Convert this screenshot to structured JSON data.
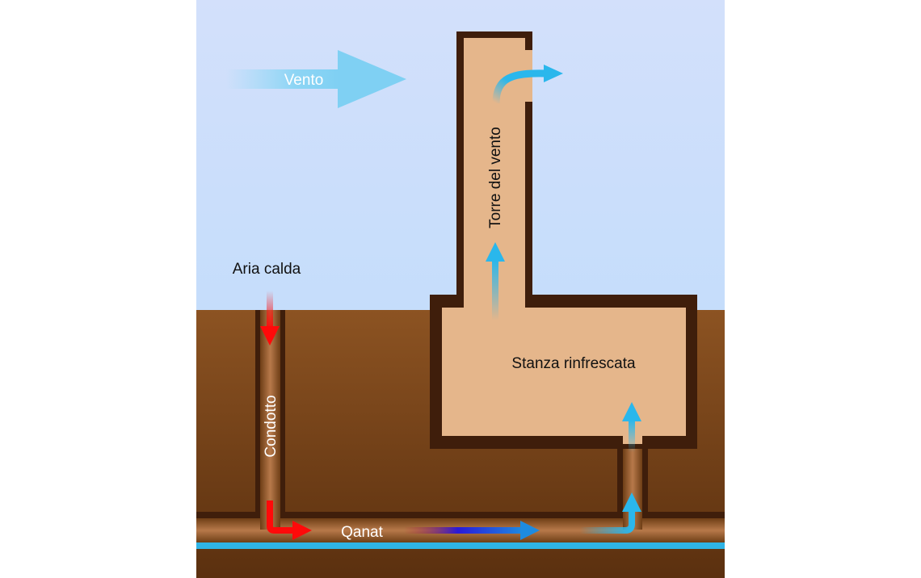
{
  "labels": {
    "wind": "Vento",
    "tower": "Torre del vento",
    "hot_air": "Aria calda",
    "duct": "Condotto",
    "room": "Stanza rinfrescata",
    "qanat": "Qanat"
  },
  "colors": {
    "sky_top": "#d2e0fb",
    "sky_bottom": "#c6defb",
    "soil_top": "#8b5220",
    "soil_bottom": "#5d3110",
    "wall": "#3f1e0b",
    "interior": "#e5b68b",
    "water": "#2fb4e6",
    "hot_arrow": "#ff0a0a",
    "cool_arrow": "#2ab7ec",
    "text_light": "#ffffff",
    "text_dark": "#111111"
  }
}
